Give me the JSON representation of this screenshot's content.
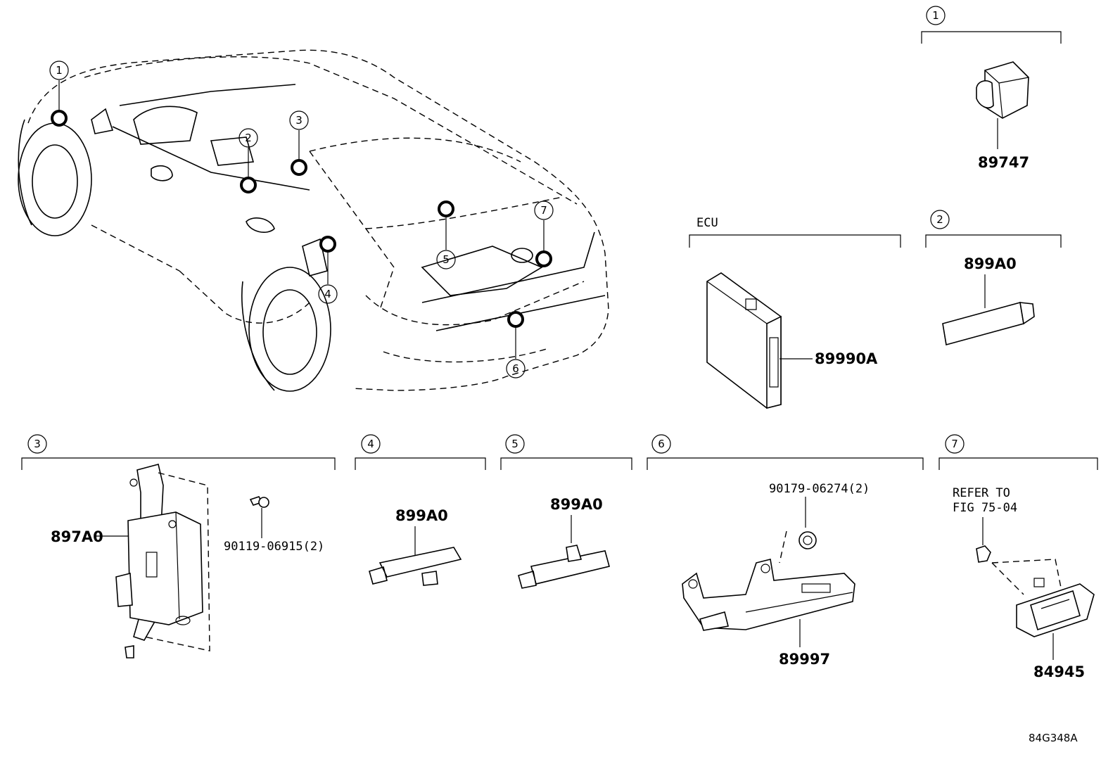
{
  "diagram_code": "84G348A",
  "callout_numbers": [
    "1",
    "2",
    "3",
    "4",
    "5",
    "6",
    "7"
  ],
  "groups": {
    "g1": {
      "number": "1",
      "part": "89747"
    },
    "g2": {
      "number": "2",
      "part": "899A0"
    },
    "ecu": {
      "label": "ECU",
      "part": "89990A"
    },
    "g3": {
      "number": "3",
      "part": "897A0",
      "fastener": "90119-06915(2)"
    },
    "g4": {
      "number": "4",
      "part": "899A0"
    },
    "g5": {
      "number": "5",
      "part": "899A0"
    },
    "g6": {
      "number": "6",
      "part": "89997",
      "fastener": "90179-06274(2)"
    },
    "g7": {
      "number": "7",
      "part": "84945",
      "note_line1": "REFER TO",
      "note_line2": "FIG 75-04"
    }
  }
}
